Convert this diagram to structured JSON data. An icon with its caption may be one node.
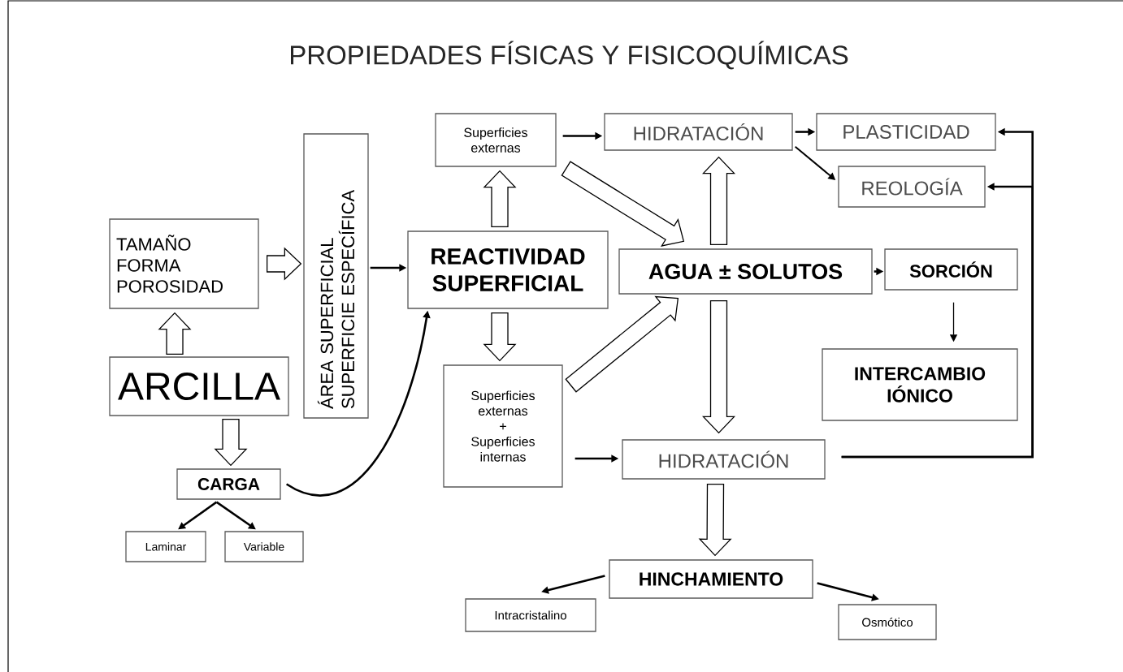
{
  "diagram": {
    "title": "PROPIEDADES FÍSICAS Y FISICOQUÍMICAS",
    "nodes": [
      {
        "text": [
          "TAMAÑO FORMA POROSIDAD"
        ]
      },
      {
        "text": [
          "ARCILLA"
        ]
      },
      {
        "text": [
          "ÁREA SUPERFICIAL SUPERFICIE ESPECÍFICA"
        ]
      },
      {
        "text": [
          "CARGA"
        ]
      },
      {
        "text": [
          "Laminar"
        ]
      },
      {
        "text": [
          "Variable"
        ]
      },
      {
        "text": [
          "REACTIVIDAD SUPERFICIAL"
        ]
      },
      {
        "text": [
          "Superficies externas"
        ]
      },
      {
        "text": [
          "Superficies externas + Superficies internas"
        ]
      },
      {
        "text": [
          "HIDRATACIÓN"
        ]
      },
      {
        "text": [
          "PLASTICIDAD"
        ]
      },
      {
        "text": [
          "REOLOGÍA"
        ]
      },
      {
        "text": [
          "AGUA ± SOLUTOS"
        ]
      },
      {
        "text": [
          "SORCIÓN"
        ]
      },
      {
        "text": [
          "INTERCAMBIO IÓNICO"
        ]
      },
      {
        "text": [
          "HIDRATACIÓN"
        ]
      },
      {
        "text": [
          "HINCHAMIENTO"
        ]
      },
      {
        "text": [
          "Intracristalino"
        ]
      },
      {
        "text": [
          "Osmótico"
        ]
      }
    ],
    "edges": [
      {
        "from": 1,
        "to": 0,
        "arrow": "to",
        "style": "thick"
      },
      {
        "from": 0,
        "to": 2,
        "arrow": "to",
        "style": "thick"
      },
      {
        "from": 2,
        "to": 6,
        "arrow": "to"
      },
      {
        "from": 1,
        "to": 3,
        "arrow": "to",
        "style": "thick"
      },
      {
        "from": 3,
        "to": 4,
        "arrow": "to"
      },
      {
        "from": 3,
        "to": 5,
        "arrow": "to"
      },
      {
        "from": 3,
        "to": 6,
        "arrow": "to"
      },
      {
        "from": 6,
        "to": 7,
        "arrow": "to",
        "style": "thick"
      },
      {
        "from": 6,
        "to": 8,
        "arrow": "to",
        "style": "thick"
      },
      {
        "from": 7,
        "to": 9,
        "arrow": "to"
      },
      {
        "from": 7,
        "to": 12,
        "arrow": "to",
        "style": "thick"
      },
      {
        "from": 8,
        "to": 12,
        "arrow": "to",
        "style": "thick"
      },
      {
        "from": 12,
        "to": 9,
        "arrow": "to",
        "style": "thick"
      },
      {
        "from": 12,
        "to": 15,
        "arrow": "to",
        "style": "thick"
      },
      {
        "from": 9,
        "to": 10,
        "arrow": "to"
      },
      {
        "from": 9,
        "to": 11,
        "arrow": "to"
      },
      {
        "from": 12,
        "to": 13,
        "arrow": "to"
      },
      {
        "from": 13,
        "to": 14,
        "arrow": "to"
      },
      {
        "from": 8,
        "to": 15,
        "arrow": "to"
      },
      {
        "from": 15,
        "to": 10,
        "arrow": "to"
      },
      {
        "from": 15,
        "to": 11,
        "arrow": "to"
      },
      {
        "from": 15,
        "to": 16,
        "arrow": "to",
        "style": "thick"
      },
      {
        "from": 16,
        "to": 17,
        "arrow": "to"
      },
      {
        "from": 16,
        "to": 18,
        "arrow": "to"
      }
    ]
  }
}
